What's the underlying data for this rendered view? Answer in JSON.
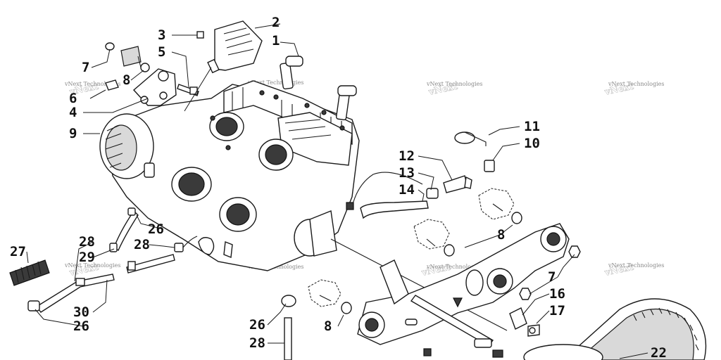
{
  "watermark": "vNext Technologies",
  "callouts": [
    {
      "id": "c1",
      "text": "1"
    },
    {
      "id": "c2",
      "text": "2"
    },
    {
      "id": "c3",
      "text": "3"
    },
    {
      "id": "c4",
      "text": "4"
    },
    {
      "id": "c5",
      "text": "5"
    },
    {
      "id": "c6",
      "text": "6"
    },
    {
      "id": "c7a",
      "text": "7"
    },
    {
      "id": "c7b",
      "text": "7"
    },
    {
      "id": "c8a",
      "text": "8"
    },
    {
      "id": "c8b",
      "text": "8"
    },
    {
      "id": "c8c",
      "text": "8"
    },
    {
      "id": "c9",
      "text": "9"
    },
    {
      "id": "c10",
      "text": "10"
    },
    {
      "id": "c11",
      "text": "11"
    },
    {
      "id": "c12",
      "text": "12"
    },
    {
      "id": "c13",
      "text": "13"
    },
    {
      "id": "c14",
      "text": "14"
    },
    {
      "id": "c16",
      "text": "16"
    },
    {
      "id": "c17",
      "text": "17"
    },
    {
      "id": "c22",
      "text": "22"
    },
    {
      "id": "c26a",
      "text": "26"
    },
    {
      "id": "c26b",
      "text": "26"
    },
    {
      "id": "c26c",
      "text": "26"
    },
    {
      "id": "c27",
      "text": "27"
    },
    {
      "id": "c28a",
      "text": "28"
    },
    {
      "id": "c28b",
      "text": "28"
    },
    {
      "id": "c28c",
      "text": "28"
    },
    {
      "id": "c29",
      "text": "29"
    },
    {
      "id": "c30",
      "text": "30"
    }
  ]
}
